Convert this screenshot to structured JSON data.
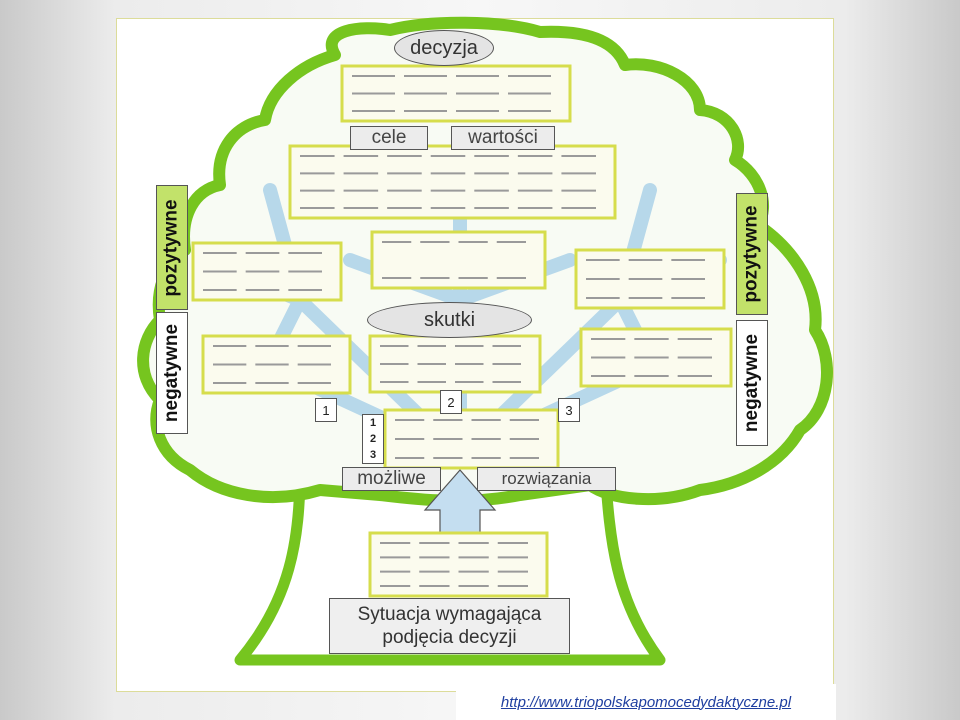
{
  "labels": {
    "decision": "decyzja",
    "goals": "cele",
    "values": "wartości",
    "consequences": "skutki",
    "possible": "możliwe",
    "solutions": "rozwiązania",
    "situation_line1": "Sytuacja wymagająca",
    "situation_line2": "podjęcia decyzji"
  },
  "side_labels": {
    "left_positive": "pozytywne",
    "left_negative": "negatywne",
    "right_positive": "pozytywne",
    "right_negative": "negatywne"
  },
  "numbers": {
    "branch_1": "1",
    "branch_2": "2",
    "branch_3": "3",
    "list": [
      "1",
      "2",
      "3"
    ]
  },
  "source_url": "http://www.triopolskapomocedydaktyczne.pl",
  "colors": {
    "tree_green": "#76c51f",
    "tree_inner": "#f8fbf4",
    "box_border": "#d6dd4c",
    "box_fill": "#fbfbee",
    "branch_blue": "#b7d8ea",
    "tab_green": "#c2e26a"
  }
}
